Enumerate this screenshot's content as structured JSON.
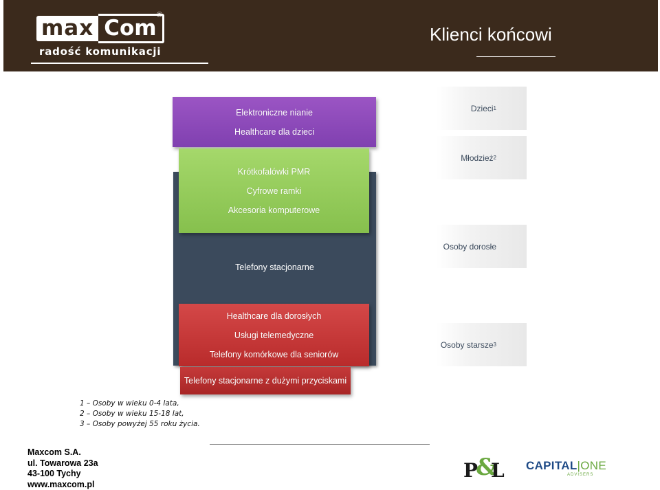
{
  "header": {
    "logo_left": "max",
    "logo_right": "Com",
    "registered": "®",
    "tagline": "radość komunikacji",
    "title": "Klienci końcowi"
  },
  "diagram": {
    "purple": [
      "Elektroniczne nianie",
      "Healthcare dla dzieci"
    ],
    "green": [
      "Krótkofalówki PMR",
      "Cyfrowe ramki",
      "Akcesoria komputerowe"
    ],
    "dark": "Telefony stacjonarne",
    "red": [
      "Healthcare dla dorosłych",
      "Usługi telemedyczne",
      "Telefony komórkowe dla seniorów"
    ],
    "red_bottom": "Telefony stacjonarne z dużymi przyciskami"
  },
  "audiences": [
    {
      "label": "Dzieci",
      "sup": "1"
    },
    {
      "label": "Młodzież",
      "sup": "2"
    },
    {
      "label": "Osoby dorosłe",
      "sup": ""
    },
    {
      "label": "Osoby starsze",
      "sup": "3"
    }
  ],
  "footnotes": [
    "1 – Osoby w wieku 0-4 lata,",
    "2 – Osoby w wieku 15-18 lat,",
    "3 – Osoby powyżej 55 roku życia."
  ],
  "address": [
    "Maxcom S.A.",
    "ul. Towarowa 23a",
    "43-100 Tychy",
    "www.maxcom.pl"
  ],
  "partners": {
    "pl": {
      "p": "P",
      "amp": "&",
      "l": "L"
    },
    "capital": {
      "main": "CAPITAL",
      "pipe": "|",
      "one": "ONE",
      "sub": "ADVISERS"
    }
  },
  "colors": {
    "header_bg": "#3b2a1c",
    "purple": "#8f4bbd",
    "green": "#94cb5a",
    "dark": "#3b4a5c",
    "red": "#c43535"
  }
}
